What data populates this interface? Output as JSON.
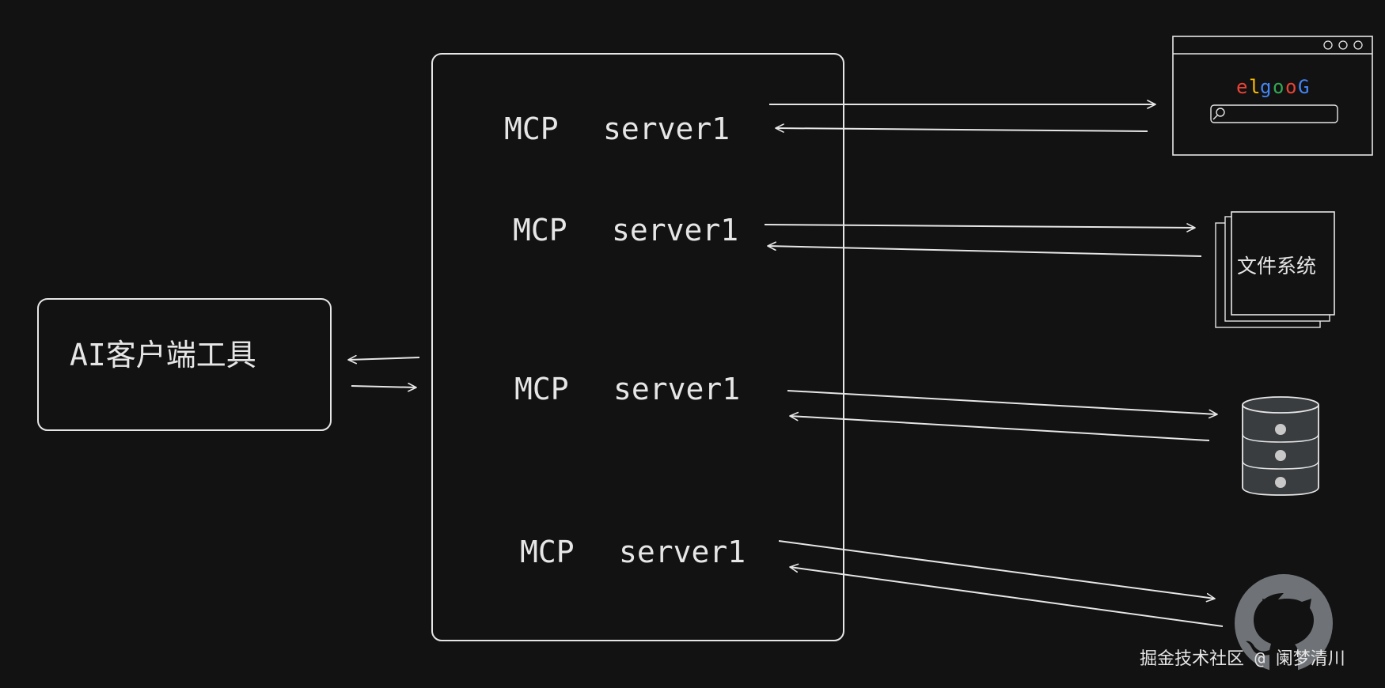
{
  "colors": {
    "background": "#121212",
    "stroke": "#e6e6e6",
    "text": "#e6e6e6",
    "db_fill": "#3a3d40",
    "github_fill": "#6f7377",
    "google_e": "#ea4335",
    "google_l": "#fbbc05",
    "google_g": "#4285f4",
    "google_o1": "#34a853",
    "google_o2": "#ea4335",
    "google_G": "#4285f4"
  },
  "client": {
    "label": "AI客户端工具"
  },
  "servers": [
    {
      "label_mcp": "MCP",
      "label_name": "server1"
    },
    {
      "label_mcp": "MCP",
      "label_name": "server1"
    },
    {
      "label_mcp": "MCP",
      "label_name": "server1"
    },
    {
      "label_mcp": "MCP",
      "label_name": "server1"
    }
  ],
  "resources": {
    "browser": {
      "logo_letters": [
        "e",
        "l",
        "g",
        "o",
        "o",
        "G"
      ],
      "icon": "browser-window-icon",
      "search_icon": "search-icon"
    },
    "filesystem": {
      "label": "文件系统",
      "icon": "stacked-documents-icon"
    },
    "database": {
      "icon": "database-icon"
    },
    "github": {
      "icon": "github-octocat-icon"
    }
  },
  "watermark": "掘金技术社区 @ 阑梦清川"
}
